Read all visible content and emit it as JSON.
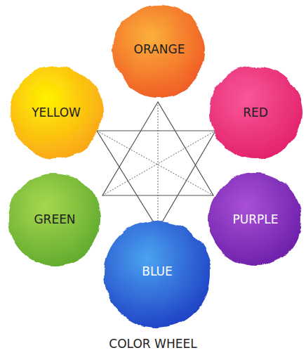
{
  "diagram": {
    "caption": "COLOR WHEEL",
    "nodes": [
      {
        "text": [
          "ORANGE"
        ]
      },
      {
        "text": [
          "YELLOW"
        ]
      },
      {
        "text": [
          "RED"
        ]
      },
      {
        "text": [
          "GREEN"
        ]
      },
      {
        "text": [
          "PURPLE"
        ]
      },
      {
        "text": [
          "BLUE"
        ]
      }
    ]
  }
}
